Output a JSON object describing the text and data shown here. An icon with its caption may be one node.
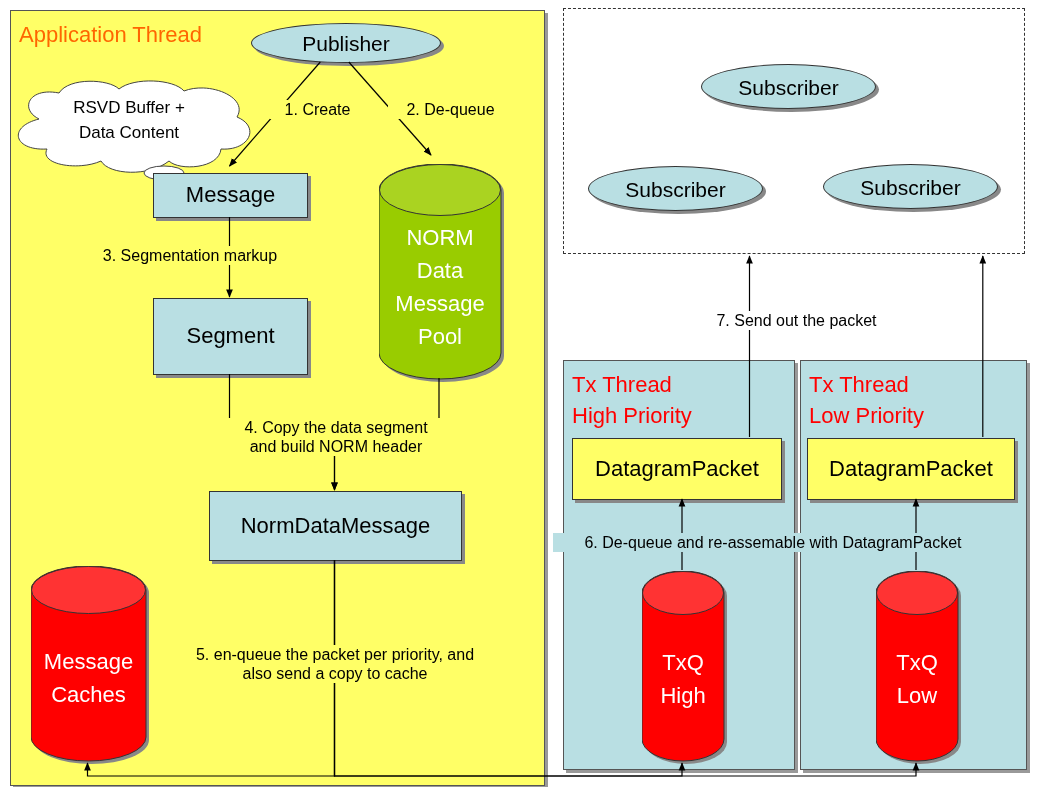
{
  "diagram": {
    "nodes": [
      {
        "text": [
          "Application Thread"
        ]
      },
      {
        "text": [
          "Publisher"
        ],
        "in": 0
      },
      {
        "text": [
          "RSVD Buffer + Data Content"
        ],
        "in": 0
      },
      {
        "text": [
          "Message"
        ],
        "in": 0
      },
      {
        "text": [
          "NORM Data Message Pool"
        ],
        "in": 0
      },
      {
        "text": [
          "Segment"
        ],
        "in": 0
      },
      {
        "text": [
          "NormDataMessage"
        ],
        "in": 0
      },
      {
        "text": [
          "Message Caches"
        ],
        "in": 0
      },
      {
        "text": [],
        "shape": "box"
      },
      {
        "text": [
          "Subscriber"
        ],
        "in": 8
      },
      {
        "text": [
          "Subscriber"
        ],
        "in": 8
      },
      {
        "text": [
          "Subscriber"
        ],
        "in": 8
      },
      {
        "text": [
          "Tx Thread High Priority"
        ]
      },
      {
        "text": [
          "DatagramPacket"
        ],
        "in": 12
      },
      {
        "text": [
          "TxQ High"
        ],
        "in": 12
      },
      {
        "text": [
          "Tx Thread Low Priority"
        ]
      },
      {
        "text": [
          "DatagramPacket"
        ],
        "in": 15
      },
      {
        "text": [
          "TxQ Low"
        ],
        "in": 15
      }
    ],
    "edges": [
      {
        "from": 1,
        "to": 3,
        "arrow": "to",
        "label": "1. Create"
      },
      {
        "from": 1,
        "to": 4,
        "arrow": "to",
        "label": "2. De-queue"
      },
      {
        "from": 3,
        "to": 5,
        "arrow": "to",
        "label": "3. Segmentation markup"
      },
      {
        "from": 5,
        "to": 6,
        "arrow": "to",
        "label": "4. Copy the data segment and build NORM header"
      },
      {
        "from": 4,
        "to": 6,
        "arrow": "to"
      },
      {
        "from": 6,
        "to": 7,
        "arrow": "to",
        "label": "5. en-queue the packet per priority, and also send a copy to cache"
      },
      {
        "from": 6,
        "to": 14,
        "arrow": "to"
      },
      {
        "from": 6,
        "to": 17,
        "arrow": "to"
      },
      {
        "from": 14,
        "to": 13,
        "arrow": "to",
        "label": "6. De-queue and re-assemable with DatagramPacket"
      },
      {
        "from": 17,
        "to": 16,
        "arrow": "to"
      },
      {
        "from": 13,
        "to": 8,
        "arrow": "to",
        "label": "7. Send out the packet"
      },
      {
        "from": 16,
        "to": 8,
        "arrow": "to"
      }
    ]
  }
}
